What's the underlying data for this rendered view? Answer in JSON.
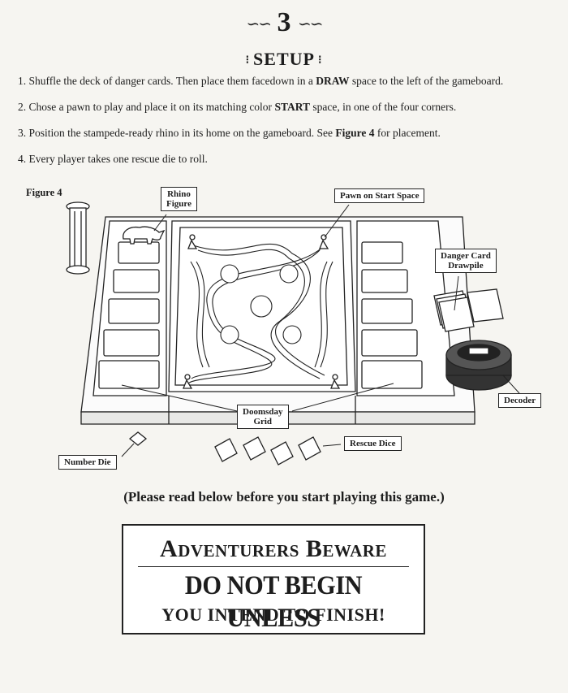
{
  "header": {
    "page_number": "3",
    "title": "SETUP"
  },
  "steps": [
    {
      "prefix": "1. Shuffle the deck of danger cards. Then place them facedown in a ",
      "bold": "DRAW",
      "suffix": " space to the left of the gameboard."
    },
    {
      "prefix": "2. Chose a pawn to play and place it on its matching color ",
      "bold": "START",
      "suffix": " space, in one of the four corners."
    },
    {
      "prefix": "3. Position the stampede-ready rhino in its home on the gameboard. See ",
      "bold": "Figure 4",
      "suffix": " for placement."
    },
    {
      "prefix": "4. Every player takes one rescue die to roll.",
      "bold": "",
      "suffix": ""
    }
  ],
  "figure": {
    "title": "Figure 4",
    "labels": {
      "rhino": [
        "Rhino",
        "Figure"
      ],
      "pawn_start": "Pawn on Start Space",
      "danger_card": [
        "Danger Card",
        "Drawpile"
      ],
      "decoder": "Decoder",
      "doomsday": [
        "Doomsday",
        "Grid"
      ],
      "rescue_dice": "Rescue Dice",
      "number_die": "Number Die"
    }
  },
  "notice": {
    "note": "(Please read below before you start playing this game.)",
    "line1": "Adventurers  Beware",
    "line2": "DO NOT BEGIN UNLESS",
    "line3": "YOU INTEND TO FINISH!"
  }
}
